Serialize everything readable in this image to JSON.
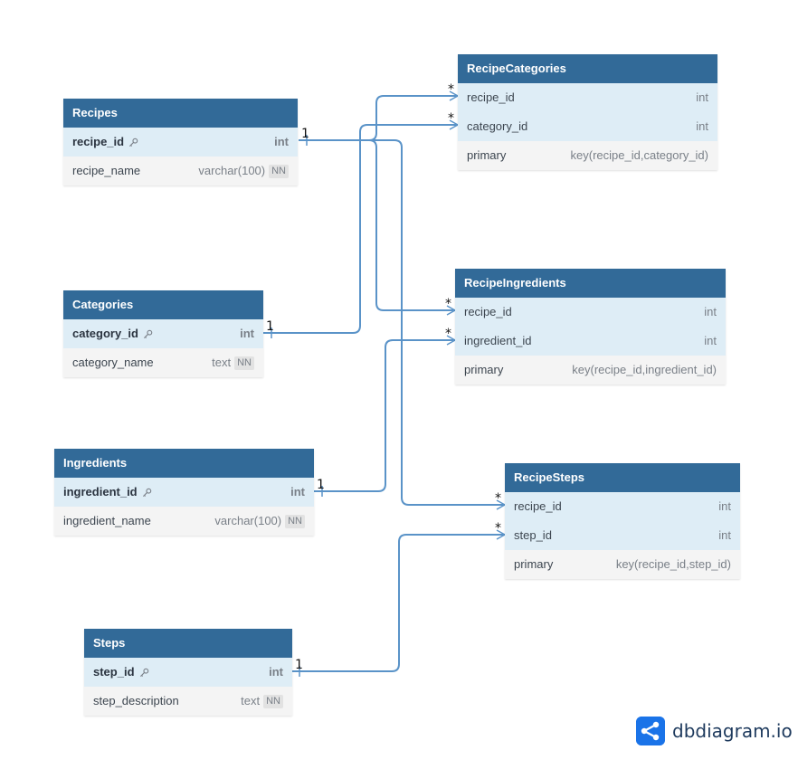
{
  "tables": {
    "recipes": {
      "title": "Recipes",
      "fields": [
        {
          "name": "recipe_id",
          "type": "int"
        },
        {
          "name": "recipe_name",
          "type": "varchar(100)",
          "flag": "NN"
        }
      ]
    },
    "categories": {
      "title": "Categories",
      "fields": [
        {
          "name": "category_id",
          "type": "int"
        },
        {
          "name": "category_name",
          "type": "text",
          "flag": "NN"
        }
      ]
    },
    "ingredients": {
      "title": "Ingredients",
      "fields": [
        {
          "name": "ingredient_id",
          "type": "int"
        },
        {
          "name": "ingredient_name",
          "type": "varchar(100)",
          "flag": "NN"
        }
      ]
    },
    "steps": {
      "title": "Steps",
      "fields": [
        {
          "name": "step_id",
          "type": "int"
        },
        {
          "name": "step_description",
          "type": "text",
          "flag": "NN"
        }
      ]
    },
    "recipe_categories": {
      "title": "RecipeCategories",
      "fields": [
        {
          "name": "recipe_id",
          "type": "int"
        },
        {
          "name": "category_id",
          "type": "int"
        },
        {
          "name": "primary",
          "type": "key(recipe_id,category_id)"
        }
      ]
    },
    "recipe_ingredients": {
      "title": "RecipeIngredients",
      "fields": [
        {
          "name": "recipe_id",
          "type": "int"
        },
        {
          "name": "ingredient_id",
          "type": "int"
        },
        {
          "name": "primary",
          "type": "key(recipe_id,ingredient_id)"
        }
      ]
    },
    "recipe_steps": {
      "title": "RecipeSteps",
      "fields": [
        {
          "name": "recipe_id",
          "type": "int"
        },
        {
          "name": "step_id",
          "type": "int"
        },
        {
          "name": "primary",
          "type": "key(recipe_id,step_id)"
        }
      ]
    }
  },
  "cardinality": {
    "one": "1",
    "many": "*"
  },
  "brand": {
    "name": "dbdiagram.io",
    "color": "#1a73e8"
  },
  "colors": {
    "header": "#326a98",
    "connector": "#5a93c8",
    "highlight_row": "#deedf6"
  }
}
